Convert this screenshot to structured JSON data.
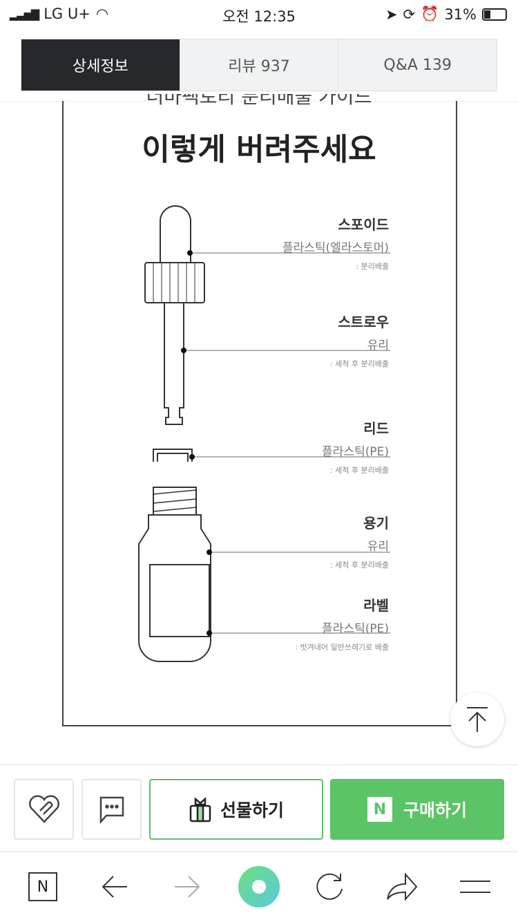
{
  "status": {
    "carrier": "LG U+",
    "time": "오전 12:35",
    "battery": "31%"
  },
  "tabs": [
    {
      "label": "상세정보"
    },
    {
      "label": "리뷰 937"
    },
    {
      "label": "Q&A 139"
    }
  ],
  "guide": {
    "subtitle": "더마팩토리 분리배출 가이드",
    "title": "이렇게 버려주세요",
    "parts": [
      {
        "name": "스포이드",
        "material": "플라스틱(엘라스토머)",
        "note": ": 분리배출"
      },
      {
        "name": "스트로우",
        "material": "유리",
        "note": ": 세척 후 분리배출"
      },
      {
        "name": "리드",
        "material": "플라스틱(PE)",
        "note": ": 세척 후 분리배출"
      },
      {
        "name": "용기",
        "material": "유리",
        "note": ": 세척 후 분리배출"
      },
      {
        "name": "라벨",
        "material": "플라스틱(PE)",
        "note": ": 벗겨내어 일반쓰레기로 배출"
      }
    ]
  },
  "actions": {
    "gift": "선물하기",
    "buy": "구매하기",
    "buy_badge": "N"
  },
  "browser": {
    "home_badge": "N"
  },
  "colors": {
    "green": "#5ac466",
    "dark": "#26282b"
  }
}
